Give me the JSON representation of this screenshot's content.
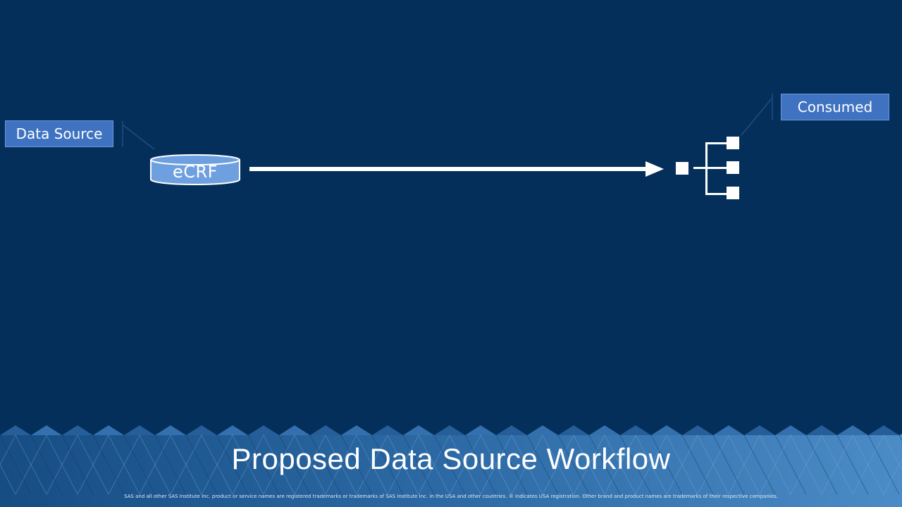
{
  "slide": {
    "title": "Proposed Data Source Workflow",
    "legal": "SAS and all other SAS Institute Inc. product or service names are registered trademarks or trademarks of SAS Institute Inc. in the USA and other countries. ® indicates USA registration. Other brand and product names are trademarks of their respective companies."
  },
  "diagram": {
    "source_callout": "Data Source",
    "consumed_callout": "Consumed",
    "source_node": {
      "label": "eCRF",
      "icon": "database-cylinder-icon"
    },
    "target_node": {
      "icon": "hierarchy-icon"
    }
  },
  "colors": {
    "background": "#042f5a",
    "callout_fill": "#3f73c2",
    "callout_border": "#6b97de",
    "icon_fill": "#6ea0e0",
    "arrow": "#ffffff",
    "band_light": "#4b8bc6",
    "band_dark": "#164d83"
  }
}
